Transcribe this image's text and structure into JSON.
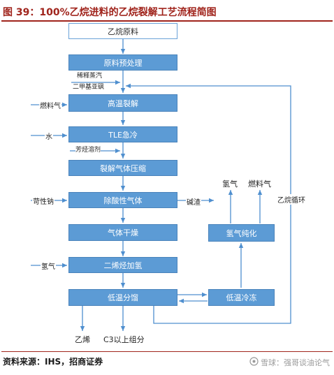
{
  "title": "图 39：100%乙烷进料的乙烷裂解工艺流程简图",
  "colors": {
    "accent": "#a0241c",
    "box_fill": "#5c9bd5",
    "line": "#4f8fcf"
  },
  "boxes": {
    "feed": "乙烷原料",
    "pretreat": "原料预处理",
    "pyrolysis": "高温裂解",
    "tle": "TLE急冷",
    "compress": "裂解气体压缩",
    "acid": "除酸性气体",
    "dry": "气体干燥",
    "hydro": "二烯烃加氢",
    "lowtemp_sep": "低温分馏",
    "cryo": "低温冷冻",
    "h2_purify": "氢气纯化"
  },
  "inputs": {
    "dilution_steam": "稀释蒸汽",
    "dmds": "二甲基亚砜",
    "fuel_gas": "燃料气",
    "water": "水",
    "aromatic_solvent": "芳烃溶剂",
    "caustic": "苛性钠",
    "hydrogen": "氢气"
  },
  "outputs": {
    "spent_caustic": "碱渣",
    "hydrogen": "氢气",
    "fuel_gas": "燃料气",
    "ethane_recycle": "乙烷循环",
    "ethylene": "乙烯",
    "c3_plus": "C3以上组分"
  },
  "source": "资料来源：IHS，招商证券",
  "watermark": {
    "text": "雪球：强哥谈油论气",
    "icon": "snowball-logo-icon"
  }
}
